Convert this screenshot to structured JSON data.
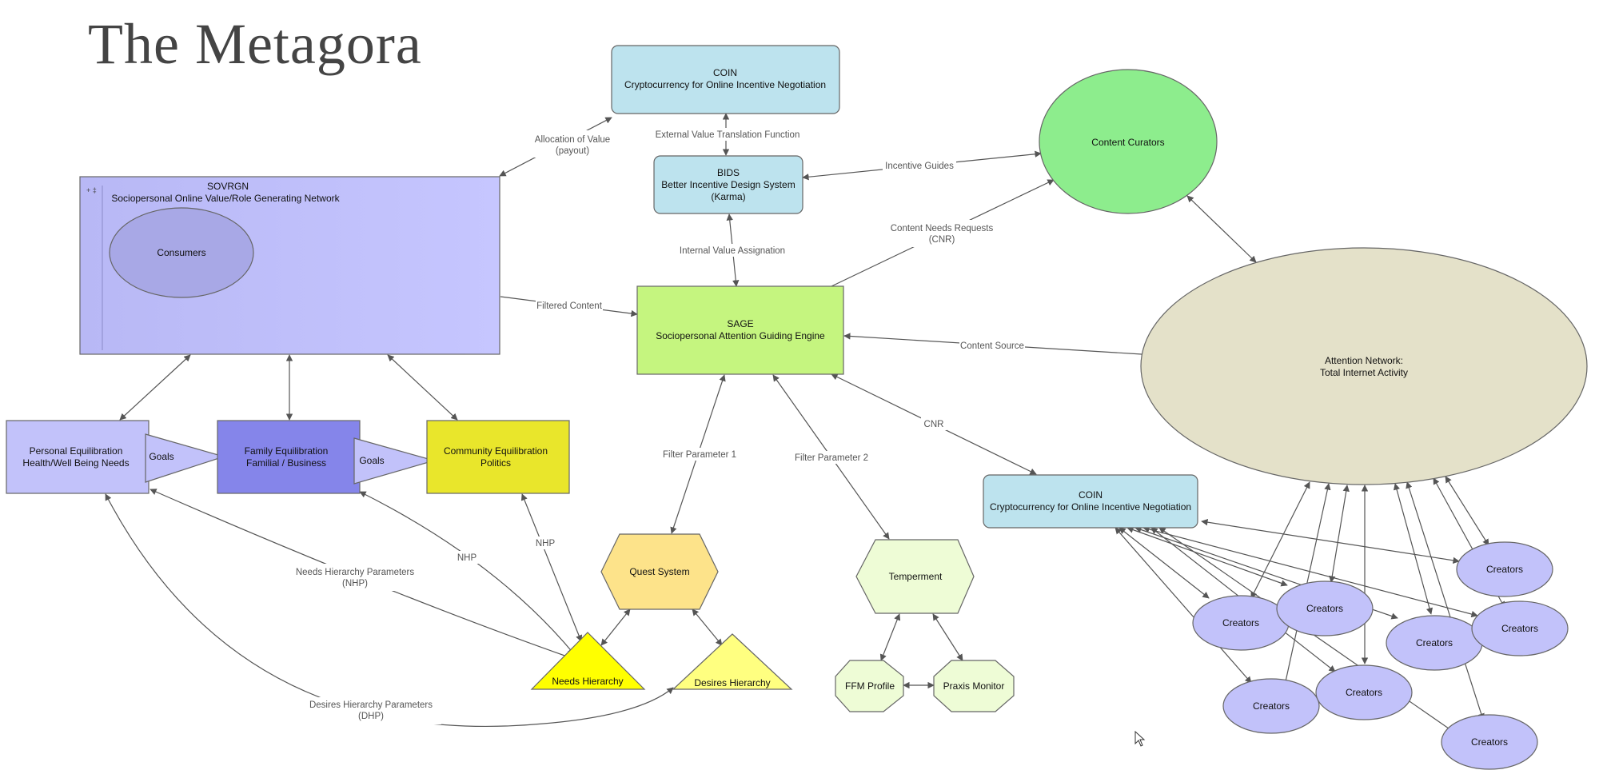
{
  "title": "The Metagora",
  "colors": {
    "blue_box": "#bde3ee",
    "sovrgn": "#bfbfff",
    "consumers": "#a8a8e6",
    "personal": "#c2c2fa",
    "family": "#8585ea",
    "community": "#e9e62b",
    "sage": "#c5f57f",
    "curators": "#8ded8d",
    "attention": "#e4e1c9",
    "quest": "#fde38a",
    "needs": "#ffff00",
    "desires": "#ffff80",
    "temperment": "#eefcd6",
    "creators": "#c2c2fa",
    "line": "#555555"
  },
  "nodes": {
    "coin_top": {
      "line1": "COIN",
      "line2": "Cryptocurrency for Online Incentive Negotiation"
    },
    "bids": {
      "line1": "BIDS",
      "line2": "Better Incentive Design System",
      "line3": "(Karma)"
    },
    "sovrgn": {
      "line1": "SOVRGN",
      "line2": "Sociopersonal Online Value/Role Generating Network",
      "marker": "+ ‡"
    },
    "consumers": "Consumers",
    "sage": {
      "line1": "SAGE",
      "line2": "Sociopersonal Attention Guiding Engine"
    },
    "curators": "Content Curators",
    "attention": {
      "line1": "Attention Network:",
      "line2": "Total Internet Activity"
    },
    "personal": {
      "line1": "Personal Equilibration",
      "line2": "Health/Well Being Needs"
    },
    "family": {
      "line1": "Family Equilibration",
      "line2": "Familial / Business"
    },
    "community": {
      "line1": "Community Equilibration",
      "line2": "Politics"
    },
    "goals": "Goals",
    "coin_right": {
      "line1": "COIN",
      "line2": "Cryptocurrency for Online Incentive Negotiation"
    },
    "quest": "Quest System",
    "needs": "Needs Hierarchy",
    "desires": "Desires Hierarchy",
    "temperment": "Temperment",
    "ffm": "FFM Profile",
    "praxis": "Praxis Monitor",
    "creators": "Creators"
  },
  "edges": {
    "allocation": {
      "line1": "Allocation of Value",
      "line2": "(payout)"
    },
    "external": "External Value Translation Function",
    "incentive": "Incentive Guides",
    "internal": "Internal Value Assignation",
    "cnr_req": {
      "line1": "Content Needs Requests",
      "line2": "(CNR)"
    },
    "filtered": "Filtered Content",
    "source": "Content Source",
    "cnr": "CNR",
    "fp1": "Filter Parameter 1",
    "fp2": "Filter Parameter 2",
    "nhp": "NHP",
    "nhp_params": {
      "line1": "Needs Hierarchy Parameters",
      "line2": "(NHP)"
    },
    "dhp_params": {
      "line1": "Desires Hierarchy Parameters",
      "line2": "(DHP)"
    }
  }
}
